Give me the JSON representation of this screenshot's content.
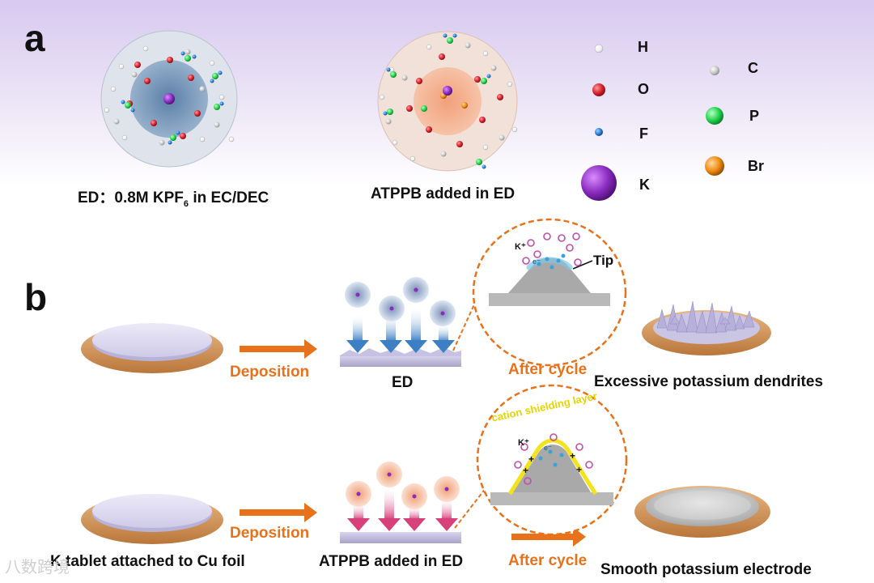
{
  "panels": {
    "a": "a",
    "b": "b"
  },
  "panel_a": {
    "left_caption": {
      "main": "ED：0.8M KPF",
      "sub": "6",
      "tail": " in EC/DEC"
    },
    "right_caption": "ATPPB added in ED",
    "legend": [
      {
        "symbol": "H",
        "color": "#f2f2f2"
      },
      {
        "symbol": "O",
        "color": "#d8202a"
      },
      {
        "symbol": "F",
        "color": "#2a7fd6"
      },
      {
        "symbol": "K",
        "color": "#8a2bbf"
      },
      {
        "symbol": "C",
        "color": "#c8c8c8"
      },
      {
        "symbol": "P",
        "color": "#22d14a"
      },
      {
        "symbol": "Br",
        "color": "#f08a10"
      }
    ]
  },
  "panel_b": {
    "deposition_label": "Deposition",
    "after_cycle_label": "After cycle",
    "row1": {
      "electrolyte_label": "ED",
      "result_label": "Excessive potassium dendrites",
      "tip_label": "Tip",
      "ion_label": "K⁺",
      "electron_label": "e⁻"
    },
    "row2": {
      "substrate_label": "K tablet attached to Cu foil",
      "electrolyte_label": "ATPPB added in ED",
      "result_label": "Smooth potassium electrode",
      "layer_label": "cation shielding layer",
      "ion_label": "K⁺",
      "electron_label": "e⁻",
      "plus_sign": "+"
    }
  },
  "watermark": "八数跨境"
}
